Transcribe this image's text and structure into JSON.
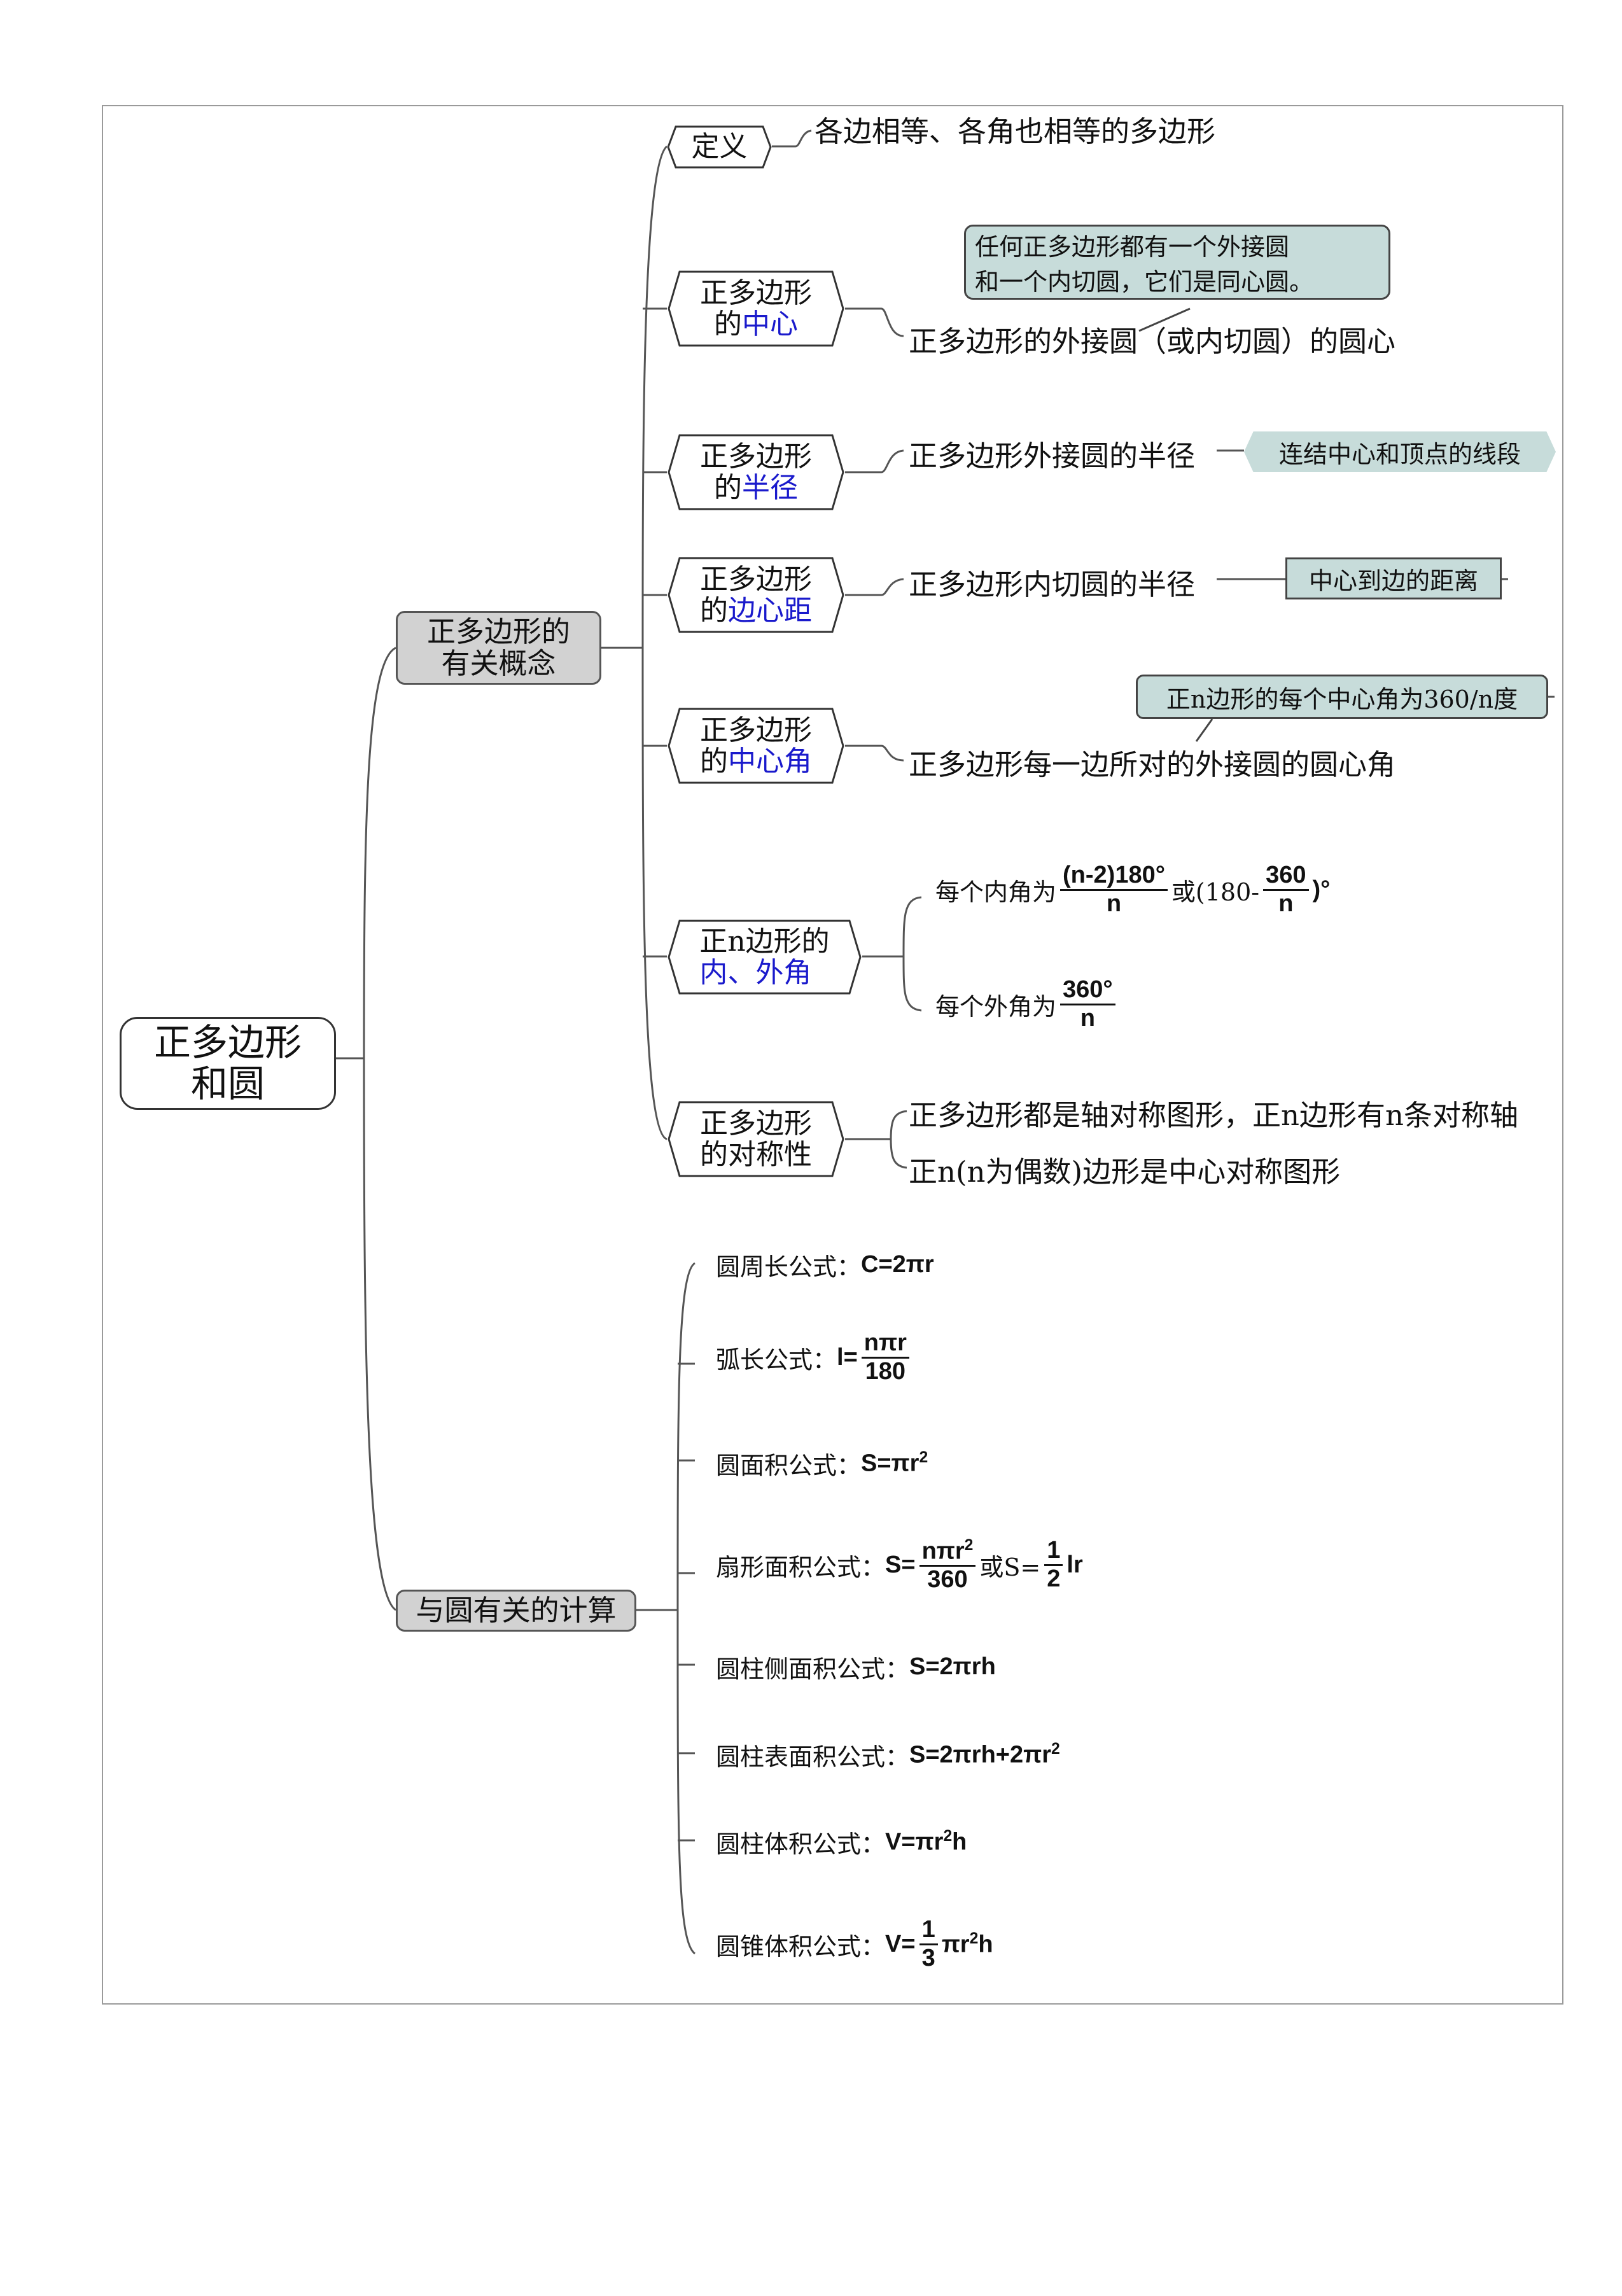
{
  "root": {
    "line1": "正多边形",
    "line2": "和圆"
  },
  "concepts": {
    "label_line1": "正多边形的",
    "label_line2": "有关概念",
    "definition": {
      "label": "定义",
      "text": "各边相等、各角也相等的多边形"
    },
    "center": {
      "label_line1": "正多边形",
      "label_prefix": "的",
      "label_hl": "中心",
      "text": "正多边形的外接圆（或内切圆）的圆心",
      "callout_line1": "任何正多边形都有一个外接圆",
      "callout_line2": "和一个内切圆，它们是同心圆。"
    },
    "radius": {
      "label_line1": "正多边形",
      "label_prefix": "的",
      "label_hl": "半径",
      "text": "正多边形外接圆的半径",
      "note": "连结中心和顶点的线段"
    },
    "apothem": {
      "label_line1": "正多边形",
      "label_prefix": "的",
      "label_hl": "边心距",
      "text": "正多边形内切圆的半径",
      "note": "中心到边的距离"
    },
    "central_angle": {
      "label_line1": "正多边形",
      "label_prefix": "的",
      "label_hl": "中心角",
      "text": "正多边形每一边所对的外接圆的圆心角",
      "note": "正n边形的每个中心角为360/n度"
    },
    "angles": {
      "label_line1": "正n边形的",
      "label_hl": "内、外角",
      "interior": {
        "prefix": "每个内角为",
        "num": "(n-2)180°",
        "den": "n",
        "mid": "或(180-",
        "num2": "360",
        "den2": "n",
        "suffix": ")°"
      },
      "exterior": {
        "prefix": "每个外角为",
        "num": "360°",
        "den": "n"
      }
    },
    "symmetry": {
      "label_line1": "正多边形",
      "label_line2": "的对称性",
      "text1": "正多边形都是轴对称图形，正n边形有n条对称轴",
      "text2": "正n(n为偶数)边形是中心对称图形"
    }
  },
  "calc": {
    "label": "与圆有关的计算",
    "circumference": {
      "label": "圆周长公式：",
      "formula": "C=2πr"
    },
    "arc_length": {
      "label": "弧长公式：",
      "lhs": "l=",
      "num": "nπr",
      "den": "180"
    },
    "circle_area": {
      "label": "圆面积公式：",
      "formula": "S=πr",
      "exp": "2"
    },
    "sector_area": {
      "label": "扇形面积公式：",
      "lhs": "S=",
      "num": "nπr",
      "num_exp": "2",
      "den": "360",
      "mid": "或S=",
      "num2": "1",
      "den2": "2",
      "suffix": "lr"
    },
    "cyl_lateral": {
      "label": "圆柱侧面积公式：",
      "formula": "S=2πrh"
    },
    "cyl_surface": {
      "label": "圆柱表面积公式：",
      "formula": "S=2πrh+2πr",
      "exp": "2"
    },
    "cyl_volume": {
      "label": "圆柱体积公式：",
      "formula_a": "V=πr",
      "exp": "2",
      "formula_b": "h"
    },
    "cone_volume": {
      "label": "圆锥体积公式：",
      "lhs": "V=",
      "num": "1",
      "den": "3",
      "formula_a": "πr",
      "exp": "2",
      "formula_b": "h"
    }
  },
  "colors": {
    "highlight": "#1a1acc",
    "note_fill": "#c7dcda",
    "branch_fill": "#d2d2d2",
    "line": "#555555"
  }
}
